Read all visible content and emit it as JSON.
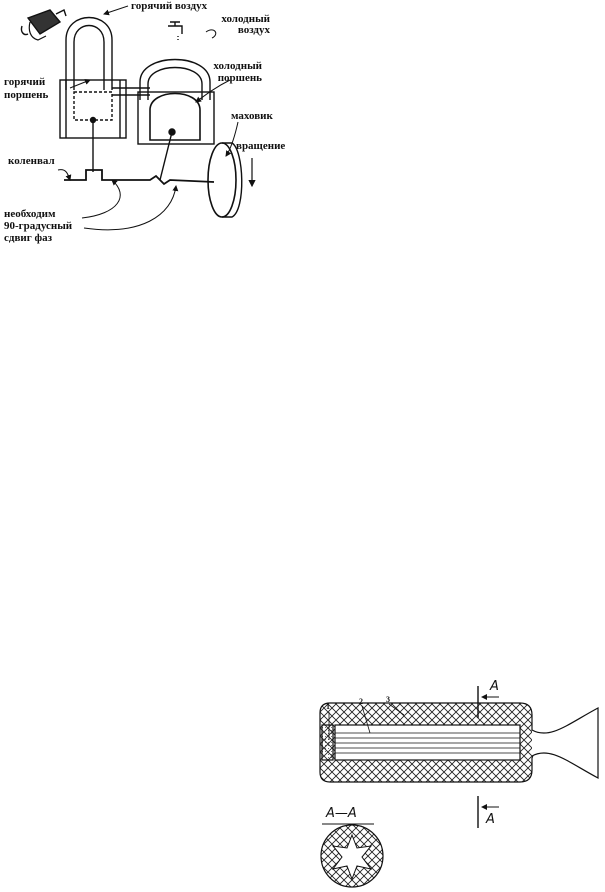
{
  "stirling": {
    "labels": {
      "hot_air": "горячий воздух",
      "cold_air_1": "холодный",
      "cold_air_2": "воздух",
      "hot_piston_1": "горячий",
      "hot_piston_2": "поршень",
      "cold_piston_1": "холодный",
      "cold_piston_2": "поршень",
      "flywheel": "маховик",
      "rotation": "вращение",
      "crankshaft": "коленвал",
      "phase_1": "необходим",
      "phase_2": "90-градусный",
      "phase_3": "сдвиг фаз"
    }
  },
  "rocket": {
    "callouts": [
      "1",
      "2",
      "3"
    ],
    "section_mark": "A",
    "section_title": "A—A"
  }
}
